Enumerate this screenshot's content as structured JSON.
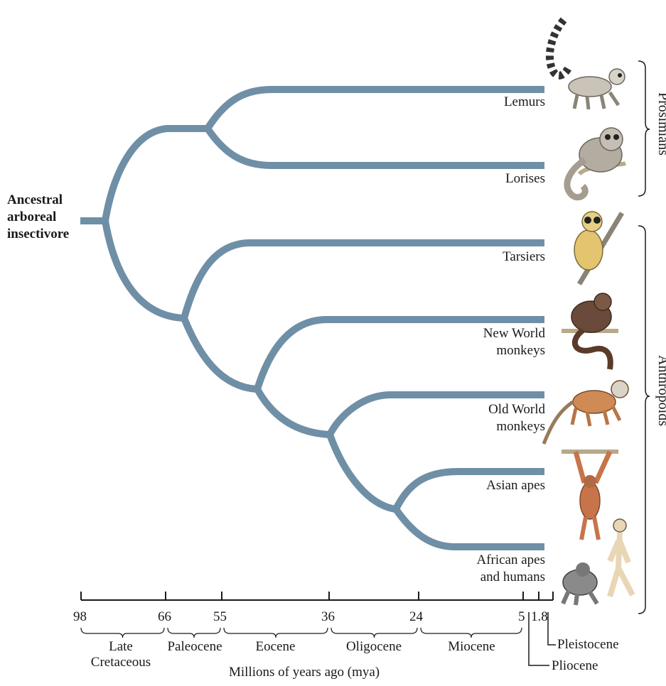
{
  "root_label_lines": [
    "Ancestral",
    "arboreal",
    "insectivore"
  ],
  "taxa": [
    {
      "lines": [
        "Lemurs"
      ],
      "illustration": "ring-tailed-lemur"
    },
    {
      "lines": [
        "Lorises"
      ],
      "illustration": "loris-on-branch"
    },
    {
      "lines": [
        "Tarsiers"
      ],
      "illustration": "tarsier-on-branch"
    },
    {
      "lines": [
        "New World",
        "monkeys"
      ],
      "illustration": "new-world-monkey-on-branch"
    },
    {
      "lines": [
        "Old World",
        "monkeys"
      ],
      "illustration": "old-world-monkey-walking"
    },
    {
      "lines": [
        "Asian apes"
      ],
      "illustration": "gibbon-hanging"
    },
    {
      "lines": [
        "African apes",
        "and humans"
      ],
      "illustration": "chimpanzee-and-human"
    }
  ],
  "groups": [
    {
      "label": "Prosimians",
      "members": [
        "Lemurs",
        "Lorises"
      ]
    },
    {
      "label": "Anthropoids",
      "members": [
        "Tarsiers",
        "New World monkeys",
        "Old World monkeys",
        "Asian apes",
        "African apes and humans"
      ]
    }
  ],
  "axis": {
    "title": "Millions of years ago (mya)",
    "ticks": [
      "98",
      "66",
      "55",
      "36",
      "24",
      "5",
      "1.8"
    ],
    "tick_values": [
      98,
      66,
      55,
      36,
      24,
      5,
      1.8
    ],
    "epochs": [
      {
        "lines": [
          "Late",
          "Cretaceous"
        ],
        "from": 98,
        "to": 66
      },
      {
        "lines": [
          "Paleocene"
        ],
        "from": 66,
        "to": 55
      },
      {
        "lines": [
          "Eocene"
        ],
        "from": 55,
        "to": 36
      },
      {
        "lines": [
          "Oligocene"
        ],
        "from": 36,
        "to": 24
      },
      {
        "lines": [
          "Miocene"
        ],
        "from": 24,
        "to": 5
      }
    ],
    "callouts": [
      {
        "label": "Pleistocene"
      },
      {
        "label": "Pliocene"
      }
    ]
  },
  "colors": {
    "branch": "#6f8fa6",
    "text": "#1a1a1a",
    "axis": "#1a1a1a"
  }
}
